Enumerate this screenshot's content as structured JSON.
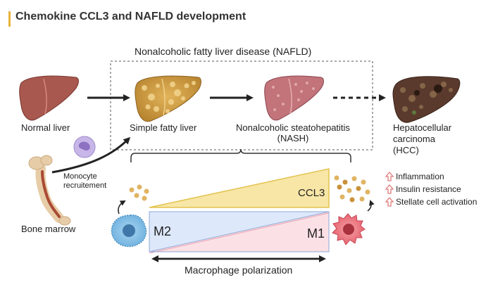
{
  "title": "Chemokine CCL3 and NAFLD development",
  "nafld_label": "Nonalcoholic fatty liver disease (NAFLD)",
  "stages": {
    "normal": "Normal liver",
    "simple": "Simple fatty liver",
    "nash_line1": "Nonalcoholic steatohepatitis",
    "nash_line2": "(NASH)",
    "hcc_line1": "Hepatocellular",
    "hcc_line2": "carcinoma",
    "hcc_line3": "(HCC)"
  },
  "monocyte": {
    "line1": "Monocyte",
    "line2": "recruitement"
  },
  "bone_marrow": "Bone marrow",
  "ccl3": "CCL3",
  "m2": "M2",
  "m1": "M1",
  "polarization": "Macrophage polarization",
  "effects": [
    "Inflammation",
    "Insulin resistance",
    "Stellate cell activation"
  ],
  "colors": {
    "accent": "#e8b33b",
    "ccl3_fill": "#f7e6a6",
    "m2_fill": "#dde8fb",
    "m1_fill": "#fbe1e6",
    "m2_cell": "#8ec5ea",
    "m1_cell": "#f07c84",
    "arrow_up": "#e07b7b"
  }
}
